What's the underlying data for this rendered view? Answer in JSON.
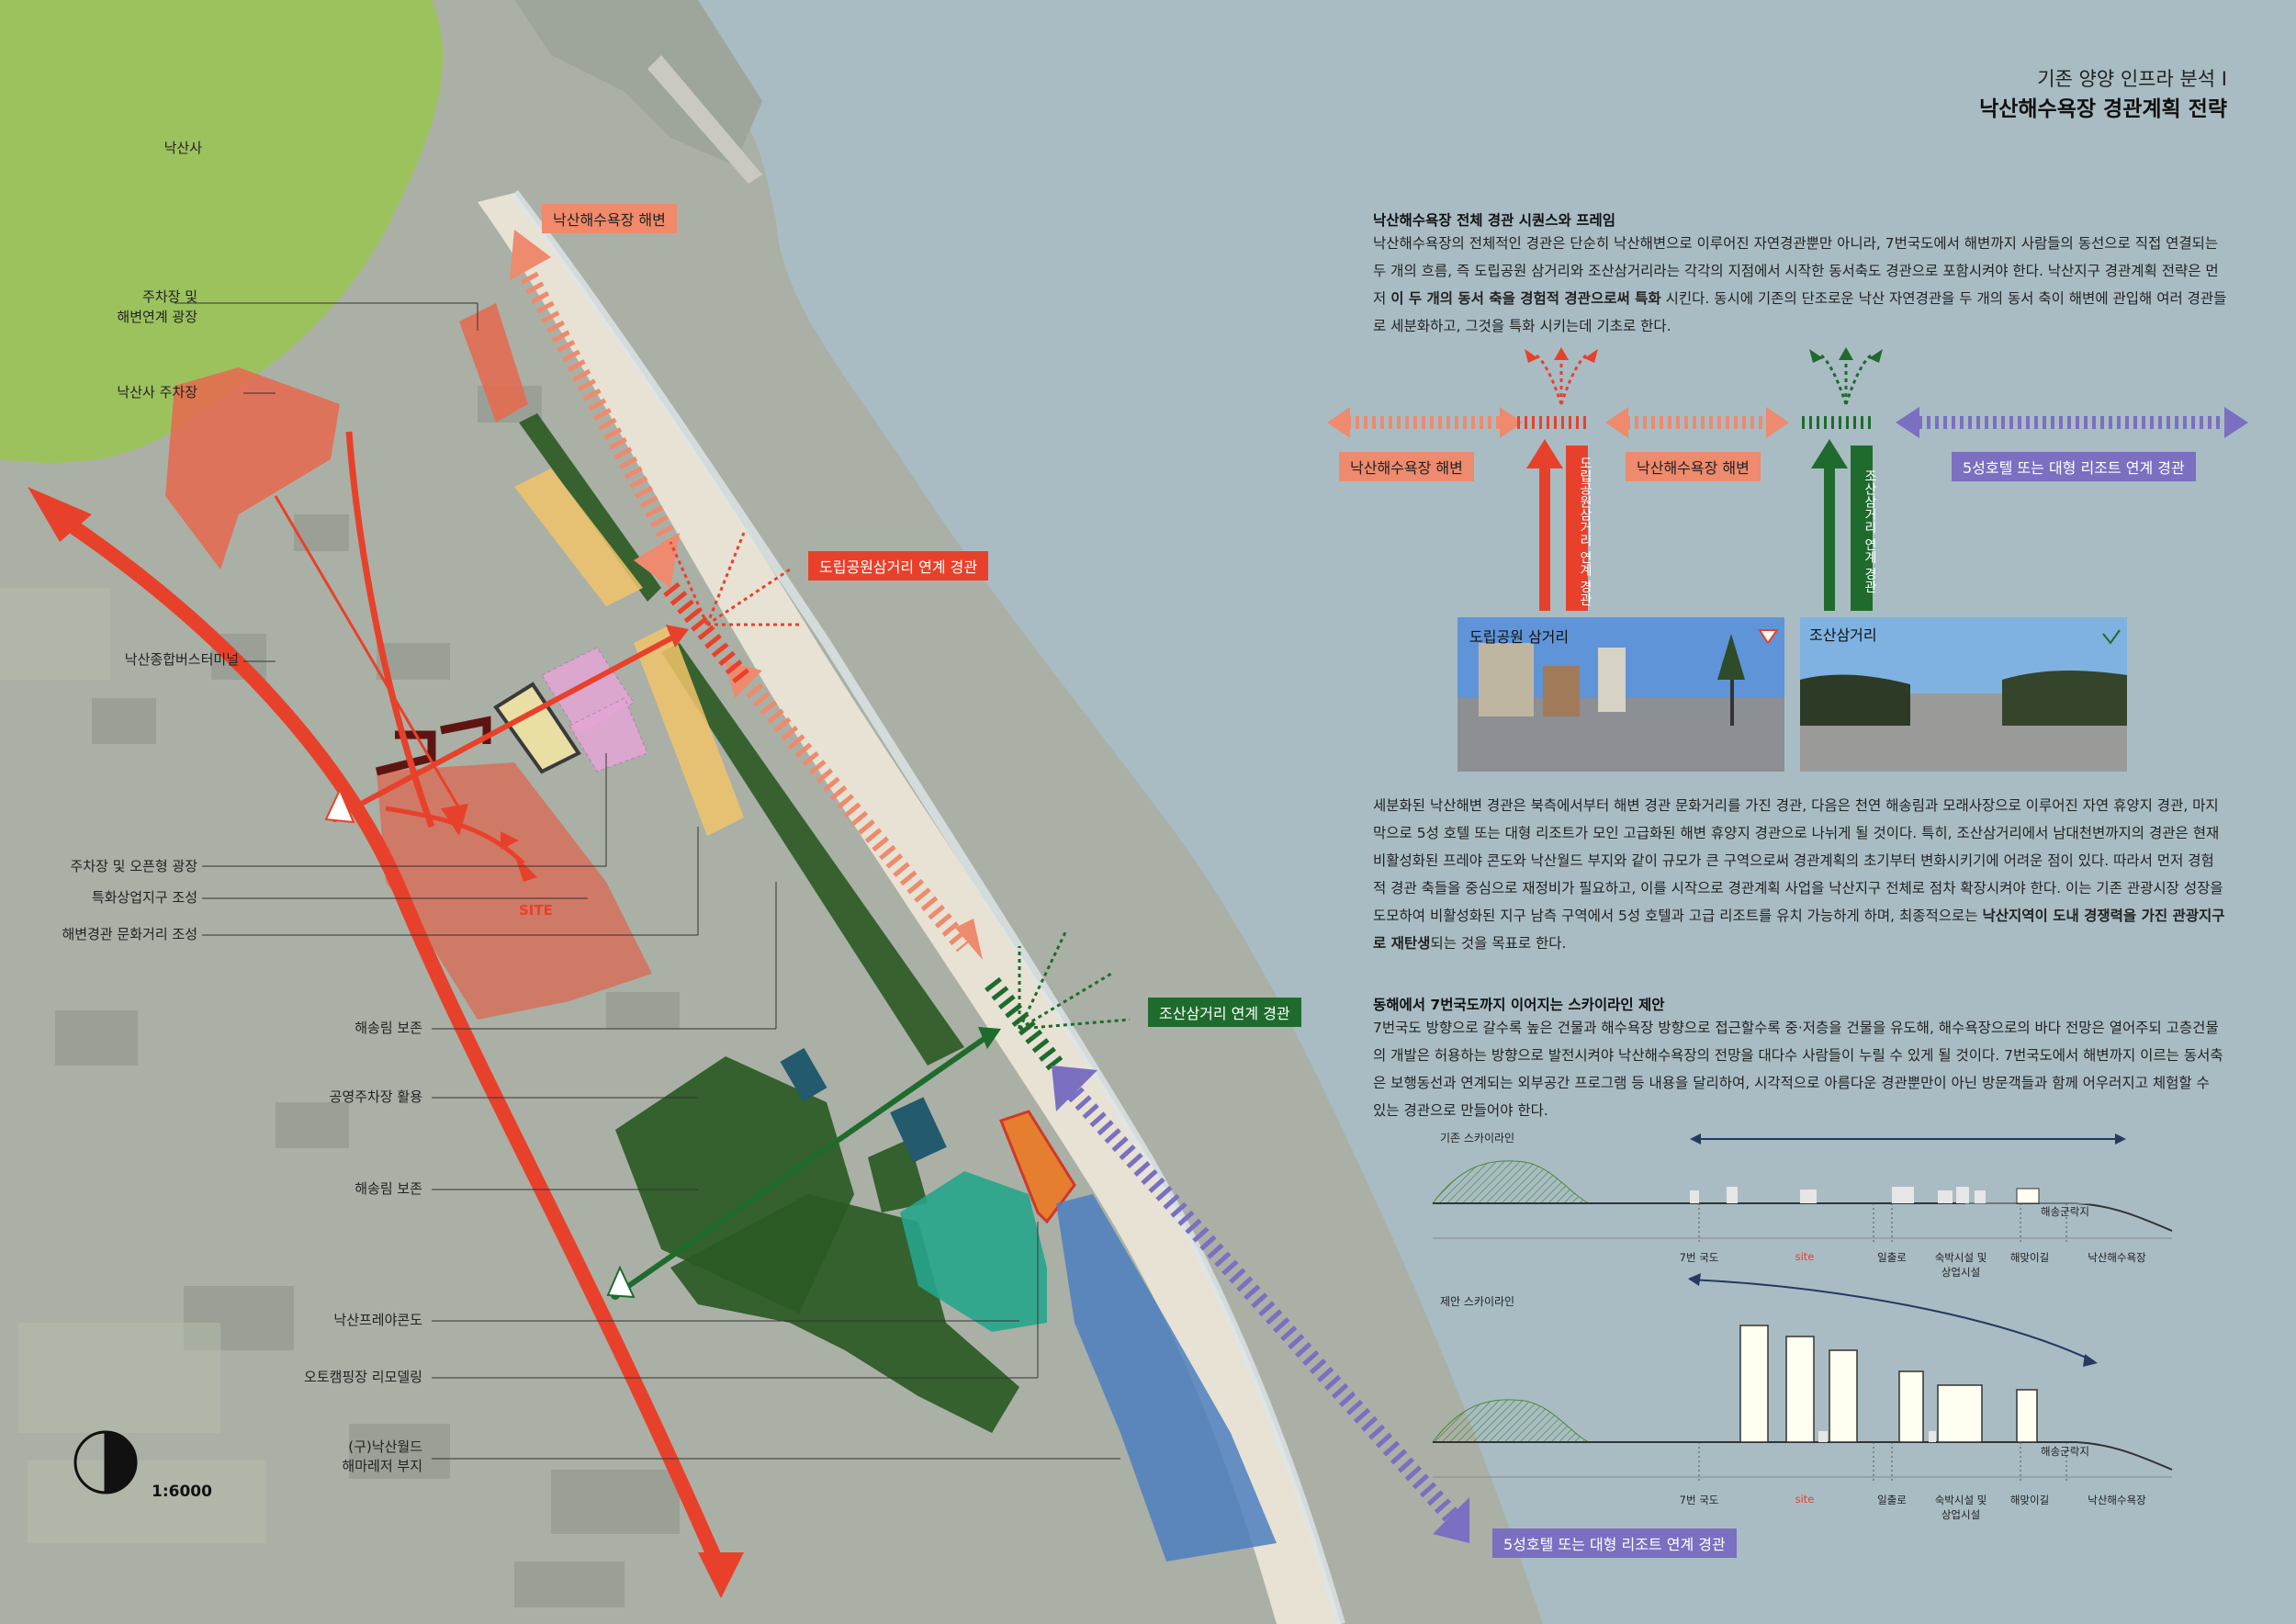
{
  "title": {
    "sub": "기존 양양 인프라 분석 I",
    "main": "낙산해수욕장 경관계획 전략"
  },
  "map": {
    "scale": "1:6000",
    "site_label": "SITE",
    "places": {
      "naksansa": "낙산사",
      "parking_plaza": "주차장 및\n해변연계 광장",
      "naksansa_parking": "낙산사 주차장",
      "bus_terminal": "낙산종합버스터미널",
      "parking_open": "주차장 및 오픈형 광장",
      "special_commerce": "특화상업지구 조성",
      "culture_street": "해변경관 문화거리 조성",
      "pine_1": "해송림 보존",
      "public_parking": "공영주차장 활용",
      "pine_2": "해송림 보존",
      "condo": "낙산프레야콘도",
      "camping": "오토캠핑장 리모델링",
      "naksan_world": "(구)낙산월드\n해마레저 부지"
    },
    "tags": {
      "beach": "낙산해수욕장 해변",
      "dorip_view": "도립공원삼거리 연계 경관",
      "josan_view": "조산삼거리 연계 경관",
      "resort_view": "5성호텔 또는 대형 리조트 연계 경관"
    }
  },
  "sec1": {
    "heading": "낙산해수욕장 전체 경관 시퀀스와 프레임",
    "p1_a": "낙산해수욕장의 전체적인 경관은 단순히 낙산해변으로 이루어진 자연경관뿐만 아니라, 7번국도에서 해변까지 사람들의 동선으로 직접 연결되는 두 개의 흐름, 즉 도립공원 삼거리와 조산삼거리라는 각각의 지점에서 시작한 동서축도 경관으로 포함시켜야 한다. 낙산지구 경관계획 전략은 먼저 ",
    "p1_b": "이 두 개의 동서 축을 경험적 경관으로써 특화",
    "p1_c": " 시킨다. 동시에 기존의 단조로운 낙산 자연경관을 두 개의 동서 축이 해변에 관입해 여러 경관들로 세분화하고, 그것을 특화 시키는데 기초로 한다.",
    "diagram": {
      "beach1": "낙산해수욕장 해변",
      "beach2": "낙산해수욕장 해변",
      "resort": "5성호텔 또는 대형 리조트 연계 경관",
      "red_axis": "도립공원삼거리 연계 경관",
      "green_axis": "조산삼거리 연계 경관",
      "photo1": "도립공원 삼거리",
      "photo2": "조산삼거리"
    },
    "p2_a": "세분화된 낙산해변 경관은 북측에서부터 해변 경관 문화거리를 가진 경관, 다음은 천연 해송림과 모래사장으로 이루어진 자연 휴양지 경관, 마지막으로 5성 호텔 또는 대형 리조트가 모인 고급화된 해변 휴양지 경관으로 나뉘게 될 것이다. 특히, 조산삼거리에서 남대천변까지의 경관은 현재 비활성화된 프레야 콘도와 낙산월드 부지와 같이 규모가 큰 구역으로써 경관계획의 초기부터 변화시키기에 어려운 점이 있다. 따라서 먼저 경험적 경관 축들을 중심으로 재정비가 필요하고, 이를 시작으로 경관계획 사업을 낙산지구 전체로 점차 확장시켜야 한다. 이는 기존 관광시장 성장을 도모하여 비활성화된 지구 남측 구역에서 5성 호텔과 고급 리조트를 유치 가능하게 하며, 최종적으로는 ",
    "p2_b": "낙산지역이 도내 경쟁력을 가진 관광지구로 재탄생",
    "p2_c": "되는 것을 목표로 한다."
  },
  "sec2": {
    "heading": "동해에서 7번국도까지 이어지는 스카이라인 제안",
    "p": "7번국도 방향으로 갈수록 높은 건물과 해수욕장 방향으로 접근할수록 중·저층을 건물을 유도해, 해수욕장으로의 바다 전망은 열어주되 고층건물의 개발은 허용하는 방향으로 발전시켜야 낙산해수욕장의 전망을 대다수 사람들이 누릴 수 있게 될 것이다. 7번국도에서 해변까지 이르는 동서축은 보행동선과 연계되는 외부공간 프로그램 등 내용을 달리하여, 시각적으로 아름다운 경관뿐만이 아닌 방문객들과 함께 어우러지고 체험할 수 있는 경관으로 만들어야 한다.",
    "existing_label": "기존 스카이라인",
    "proposed_label": "제안 스카이라인",
    "beach_forest": "해송군락지",
    "ticks": [
      "7번 국도",
      "site",
      "일출로",
      "숙박시설 및\n상업시설",
      "해맞이길",
      "낙산해수욕장"
    ]
  },
  "colors": {
    "sea": "#a9bcc4",
    "forest": "#9cc25e",
    "red": "#e8412b",
    "salmon": "#ee8a6d",
    "green": "#1f6b2e",
    "purple": "#7a6fc0",
    "yellow": "#f2c46a",
    "pink": "#e5a6d6",
    "teal": "#26a58c",
    "blue": "#4d7fc0",
    "navy": "#235a6e",
    "orange": "#e57f2f"
  }
}
